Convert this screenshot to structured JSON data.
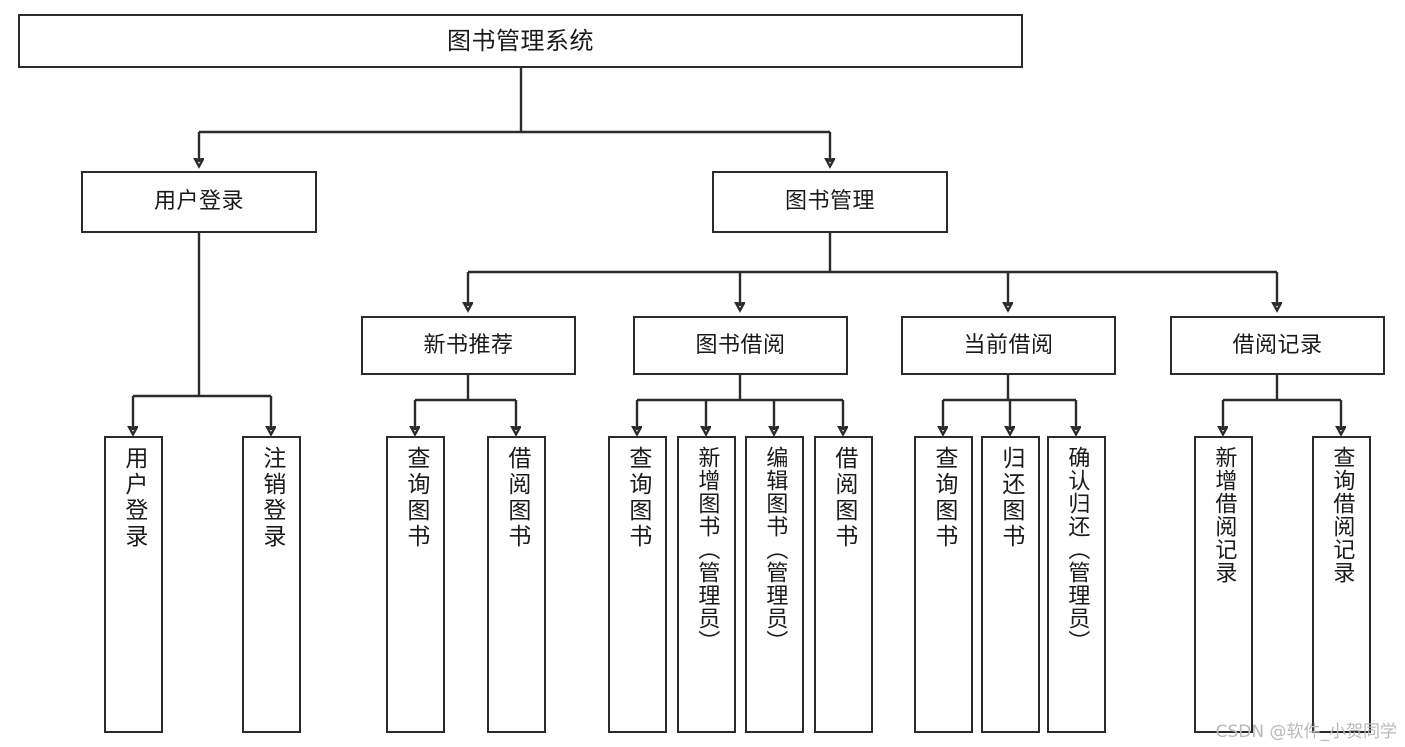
{
  "diagram": {
    "type": "tree-hierarchy",
    "title": "图书管理系统",
    "watermark": "CSDN @软件_小贺同学",
    "colors": {
      "background": "#ffffff",
      "border": "#2b2b2b",
      "text": "#1a1a1a",
      "watermark": "#b9b9b9"
    },
    "root": {
      "label": "图书管理系统"
    },
    "level2": [
      {
        "label": "用户登录"
      },
      {
        "label": "图书管理"
      }
    ],
    "level3": [
      {
        "label": "新书推荐"
      },
      {
        "label": "图书借阅"
      },
      {
        "label": "当前借阅"
      },
      {
        "label": "借阅记录"
      }
    ],
    "leaves": {
      "user_login": [
        {
          "label": "用户登录"
        },
        {
          "label": "注销登录"
        }
      ],
      "new_book_recommend": [
        {
          "label": "查询图书"
        },
        {
          "label": "借阅图书"
        }
      ],
      "book_borrow": [
        {
          "label": "查询图书"
        },
        {
          "label": "新增图书（管理员）"
        },
        {
          "label": "编辑图书（管理员）"
        },
        {
          "label": "借阅图书"
        }
      ],
      "current_borrow": [
        {
          "label": "查询图书"
        },
        {
          "label": "归还图书"
        },
        {
          "label": "确认归还（管理员）"
        }
      ],
      "borrow_record": [
        {
          "label": "新增借阅记录"
        },
        {
          "label": "查询借阅记录"
        }
      ]
    }
  }
}
